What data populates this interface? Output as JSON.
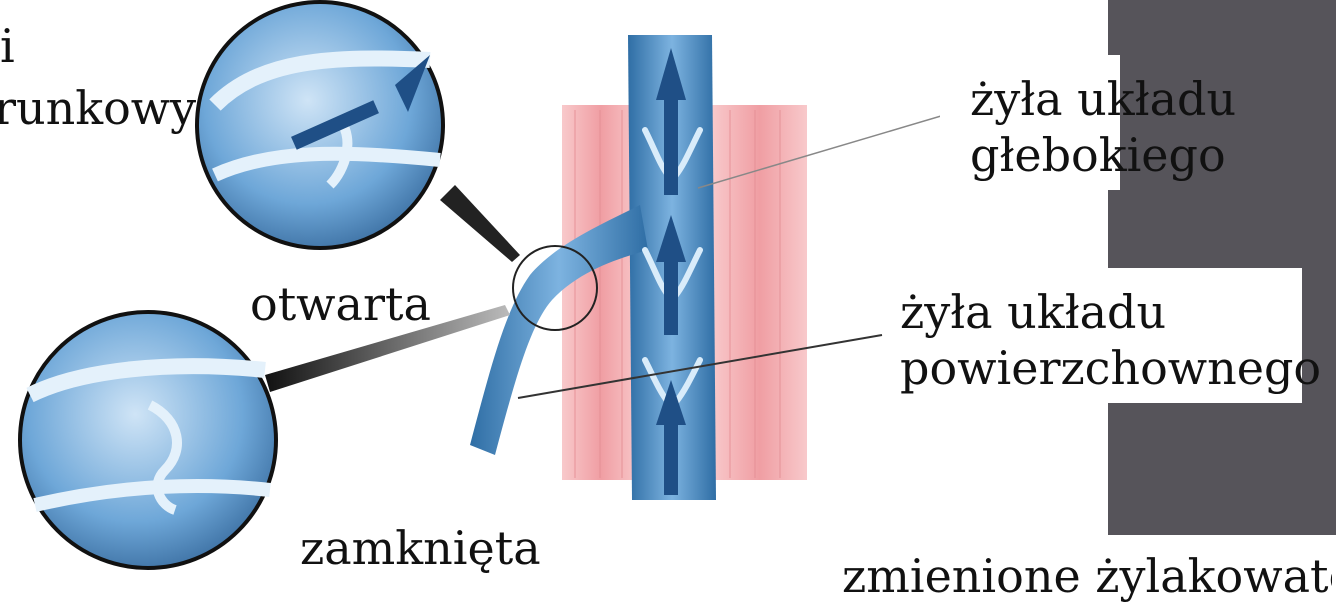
{
  "labels": {
    "topleft_line1": "i",
    "topleft_line2": "runkowy",
    "deep_vein_line1": "żyła układu",
    "deep_vein_line2": "głebokiego",
    "open": "otwarta",
    "superficial_vein_line1": "żyła układu",
    "superficial_vein_line2": "powierzchownego",
    "closed": "zamknięta",
    "bottom_cutoff": "zmienione żylakowato"
  },
  "colors": {
    "dark_panel": "#56545a",
    "muscle": "#f3b3b6",
    "vein_dark": "#2f6ea5",
    "vein_light": "#9cc8ea",
    "arrow": "#1f4f86"
  }
}
